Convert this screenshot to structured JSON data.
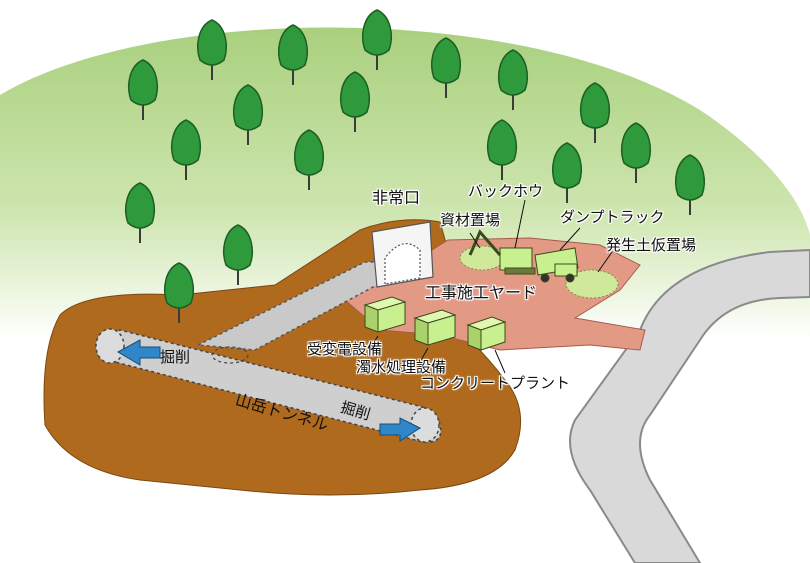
{
  "labels": {
    "emergency_exit": "非常口",
    "backhoe": "バックホウ",
    "material_yard": "資材置場",
    "dump_truck": "ダンプトラック",
    "spoil_yard": "発生土仮置場",
    "construction_yard": "工事施工ヤード",
    "substation": "受変電設備",
    "water_treatment": "濁水処理設備",
    "concrete_plant": "コンクリートプラント",
    "tunnel_name": "山岳トンネル",
    "excavation_left": "掘削",
    "excavation_right": "掘削"
  },
  "colors": {
    "hill_green": "#b7d98e",
    "tree_green": "#2f9a3b",
    "soil_brown": "#b06a1e",
    "yard_pink": "#e39a85",
    "equipment_green": "#c9f08f",
    "tunnel_gray": "#cfcfcf",
    "road_gray": "#d9d9d9",
    "arrow_blue": "#2f86c9"
  }
}
